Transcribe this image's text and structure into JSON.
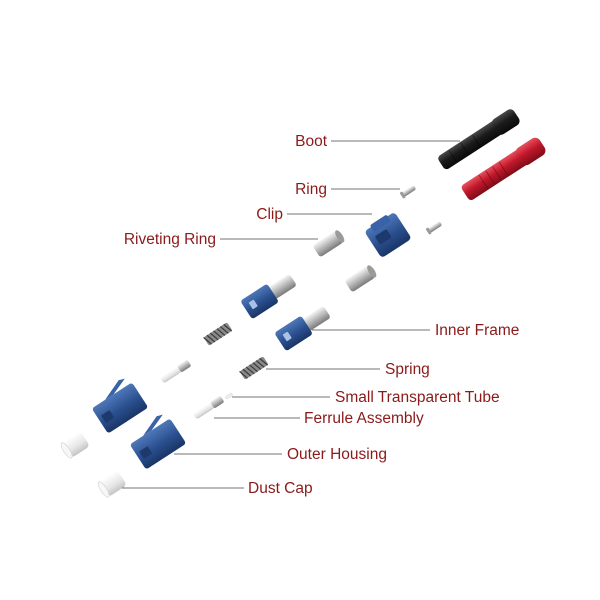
{
  "labels": {
    "boot": "Boot",
    "ring": "Ring",
    "clip": "Clip",
    "riveting_ring": "Riveting Ring",
    "inner_frame": "Inner Frame",
    "spring": "Spring",
    "small_transparent_tube": "Small Transparent Tube",
    "ferrule_assembly": "Ferrule Assembly",
    "outer_housing": "Outer Housing",
    "dust_cap": "Dust Cap"
  },
  "colors": {
    "label_text": "#8b1a1a",
    "housing_blue": "#2a4f8f",
    "boot_black": "#1b1b1b",
    "boot_red": "#c0182a",
    "metal": "#c8c8c8",
    "dust_cap": "#f0f0f0"
  }
}
